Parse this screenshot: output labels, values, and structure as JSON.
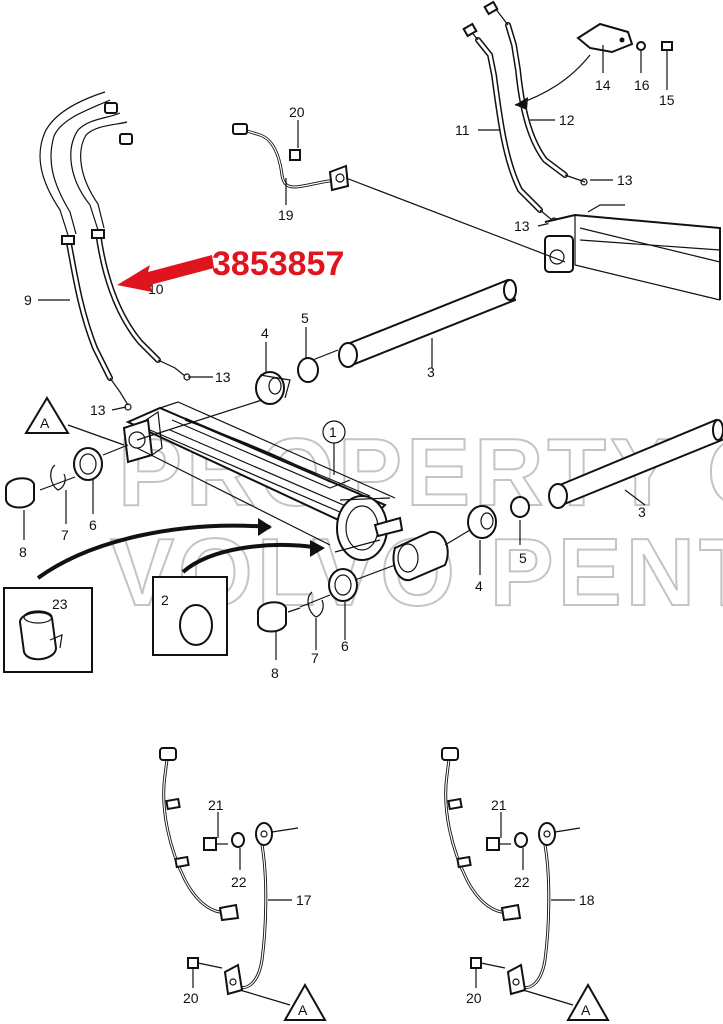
{
  "watermark": {
    "line1": "PROPERTY OF",
    "line2": "VOLVO PENTA"
  },
  "highlight": {
    "part_number": "3853857",
    "color": "#e0141e"
  },
  "ref_letter": "A",
  "callouts": {
    "c1": "1",
    "c2": "2",
    "c3a": "3",
    "c3b": "3",
    "c4a": "4",
    "c4b": "4",
    "c5a": "5",
    "c5b": "5",
    "c6a": "6",
    "c6b": "6",
    "c7a": "7",
    "c7b": "7",
    "c8a": "8",
    "c8b": "8",
    "c9": "9",
    "c10": "10",
    "c11": "11",
    "c12": "12",
    "c13a": "13",
    "c13b": "13",
    "c13c": "13",
    "c13d": "13",
    "c14": "14",
    "c15": "15",
    "c16": "16",
    "c17": "17",
    "c18": "18",
    "c19": "19",
    "c20a": "20",
    "c20b": "20",
    "c20c": "20",
    "c21a": "21",
    "c21b": "21",
    "c22a": "22",
    "c22b": "22",
    "c23": "23"
  }
}
